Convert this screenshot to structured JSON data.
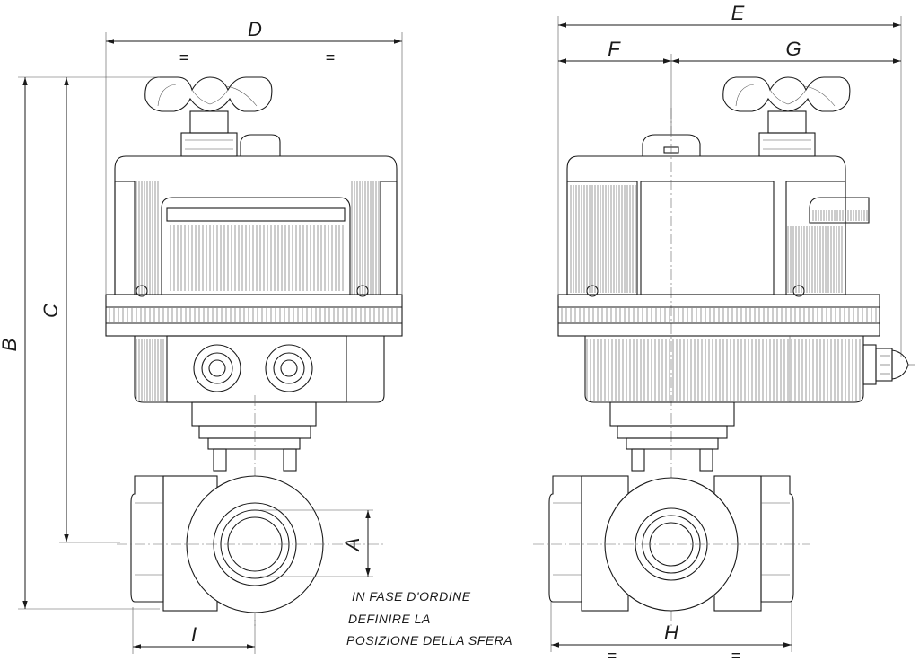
{
  "dimensions": {
    "A": "A",
    "B": "B",
    "C": "C",
    "D": "D",
    "E": "E",
    "F": "F",
    "G": "G",
    "H": "H",
    "I": "I",
    "equal": "="
  },
  "note": {
    "line1": "IN FASE D'ORDINE",
    "line2": "DEFINIRE LA",
    "line3": "POSIZIONE DELLA SFERA"
  }
}
